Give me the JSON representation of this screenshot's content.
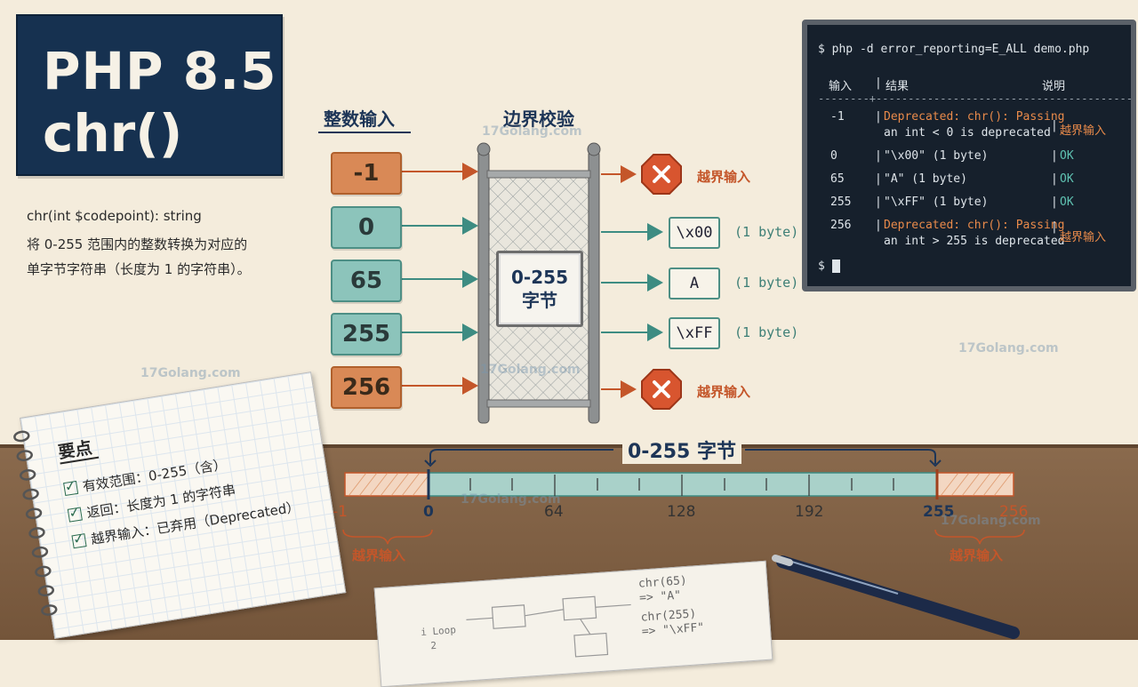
{
  "title": {
    "line1": "PHP 8.5",
    "line2": "chr()"
  },
  "description": {
    "signature": "chr(int $codepoint): string",
    "line1": "将 0-255 范围内的整数转换为对应的",
    "line2": "单字节字符串（长度为 1 的字符串）。"
  },
  "headings": {
    "input": "整数输入",
    "check": "边界校验"
  },
  "inputs": [
    "-1",
    "0",
    "65",
    "255",
    "256"
  ],
  "gate_sign": {
    "range": "0-255",
    "unit": "字节"
  },
  "outputs": [
    {
      "kind": "error",
      "label": "越界输入"
    },
    {
      "kind": "ok",
      "value": "\\x00",
      "size": "(1 byte)"
    },
    {
      "kind": "ok",
      "value": "A",
      "size": "(1 byte)"
    },
    {
      "kind": "ok",
      "value": "\\xFF",
      "size": "(1 byte)"
    },
    {
      "kind": "error",
      "label": "越界输入"
    }
  ],
  "terminal": {
    "command": "$ php -d error_reporting=E_ALL demo.php",
    "headers": {
      "input": "输入",
      "result": "结果",
      "note": "说明"
    },
    "separator": "--------+----------------------------------------",
    "rows": [
      {
        "input": "-1",
        "result1": "Deprecated: chr(): Passing",
        "result2": "an int < 0 is deprecated",
        "note": "越界输入"
      },
      {
        "input": "0",
        "result1": "\"\\x00\" (1 byte)",
        "note": "OK"
      },
      {
        "input": "65",
        "result1": "\"A\" (1 byte)",
        "note": "OK"
      },
      {
        "input": "255",
        "result1": "\"\\xFF\" (1 byte)",
        "note": "OK"
      },
      {
        "input": "256",
        "result1": "Deprecated: chr(): Passing",
        "result2": "an int > 255 is deprecated",
        "note": "越界输入"
      }
    ],
    "prompt": "$"
  },
  "range_bar": {
    "label": "0-255 字节",
    "ticks": [
      "-1",
      "0",
      "64",
      "128",
      "192",
      "255",
      "256"
    ],
    "left_out": "越界输入",
    "right_out": "越界输入"
  },
  "notebook": {
    "heading": "要点",
    "items": [
      "有效范围：0-255（含）",
      "返回：长度为 1 的字符串",
      "越界输入：已弃用（Deprecated）"
    ]
  },
  "paper": {
    "code1": "chr(65)",
    "res1": "=> \"A\"",
    "code2": "chr(255)",
    "res2": "=> \"\\xFF\"",
    "loop": "i Loop",
    "num": "2"
  },
  "watermark": "17Golang.com",
  "colors": {
    "navy": "#163150",
    "teal": "#8cc4bb",
    "orange": "#d98956",
    "error": "#c4562a",
    "terminal": "#16202c"
  }
}
